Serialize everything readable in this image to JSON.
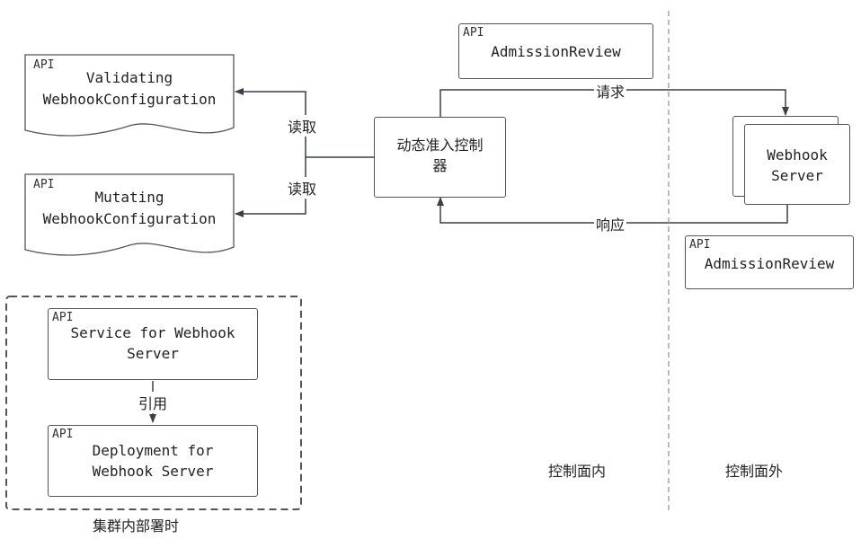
{
  "validating_config": {
    "tag": "API",
    "line1": "Validating",
    "line2": "WebhookConfiguration"
  },
  "mutating_config": {
    "tag": "API",
    "line1": "Mutating",
    "line2": "WebhookConfiguration"
  },
  "admission_controller": {
    "line1": "动态准入控制",
    "line2": "器"
  },
  "admission_review_request": {
    "tag": "API",
    "label": "AdmissionReview"
  },
  "admission_review_response": {
    "tag": "API",
    "label": "AdmissionReview"
  },
  "webhook_server": {
    "line1": "Webhook",
    "line2": "Server"
  },
  "edges": {
    "read_top": "读取",
    "read_bottom": "读取",
    "request": "请求",
    "response": "响应",
    "reference": "引用"
  },
  "in_cluster_group": {
    "label": "集群内部署时",
    "service": {
      "tag": "API",
      "line1": "Service for Webhook",
      "line2": "Server"
    },
    "deployment": {
      "tag": "API",
      "line1": "Deployment for",
      "line2": "Webhook Server"
    }
  },
  "zones": {
    "inside": "控制面内",
    "outside": "控制面外"
  }
}
